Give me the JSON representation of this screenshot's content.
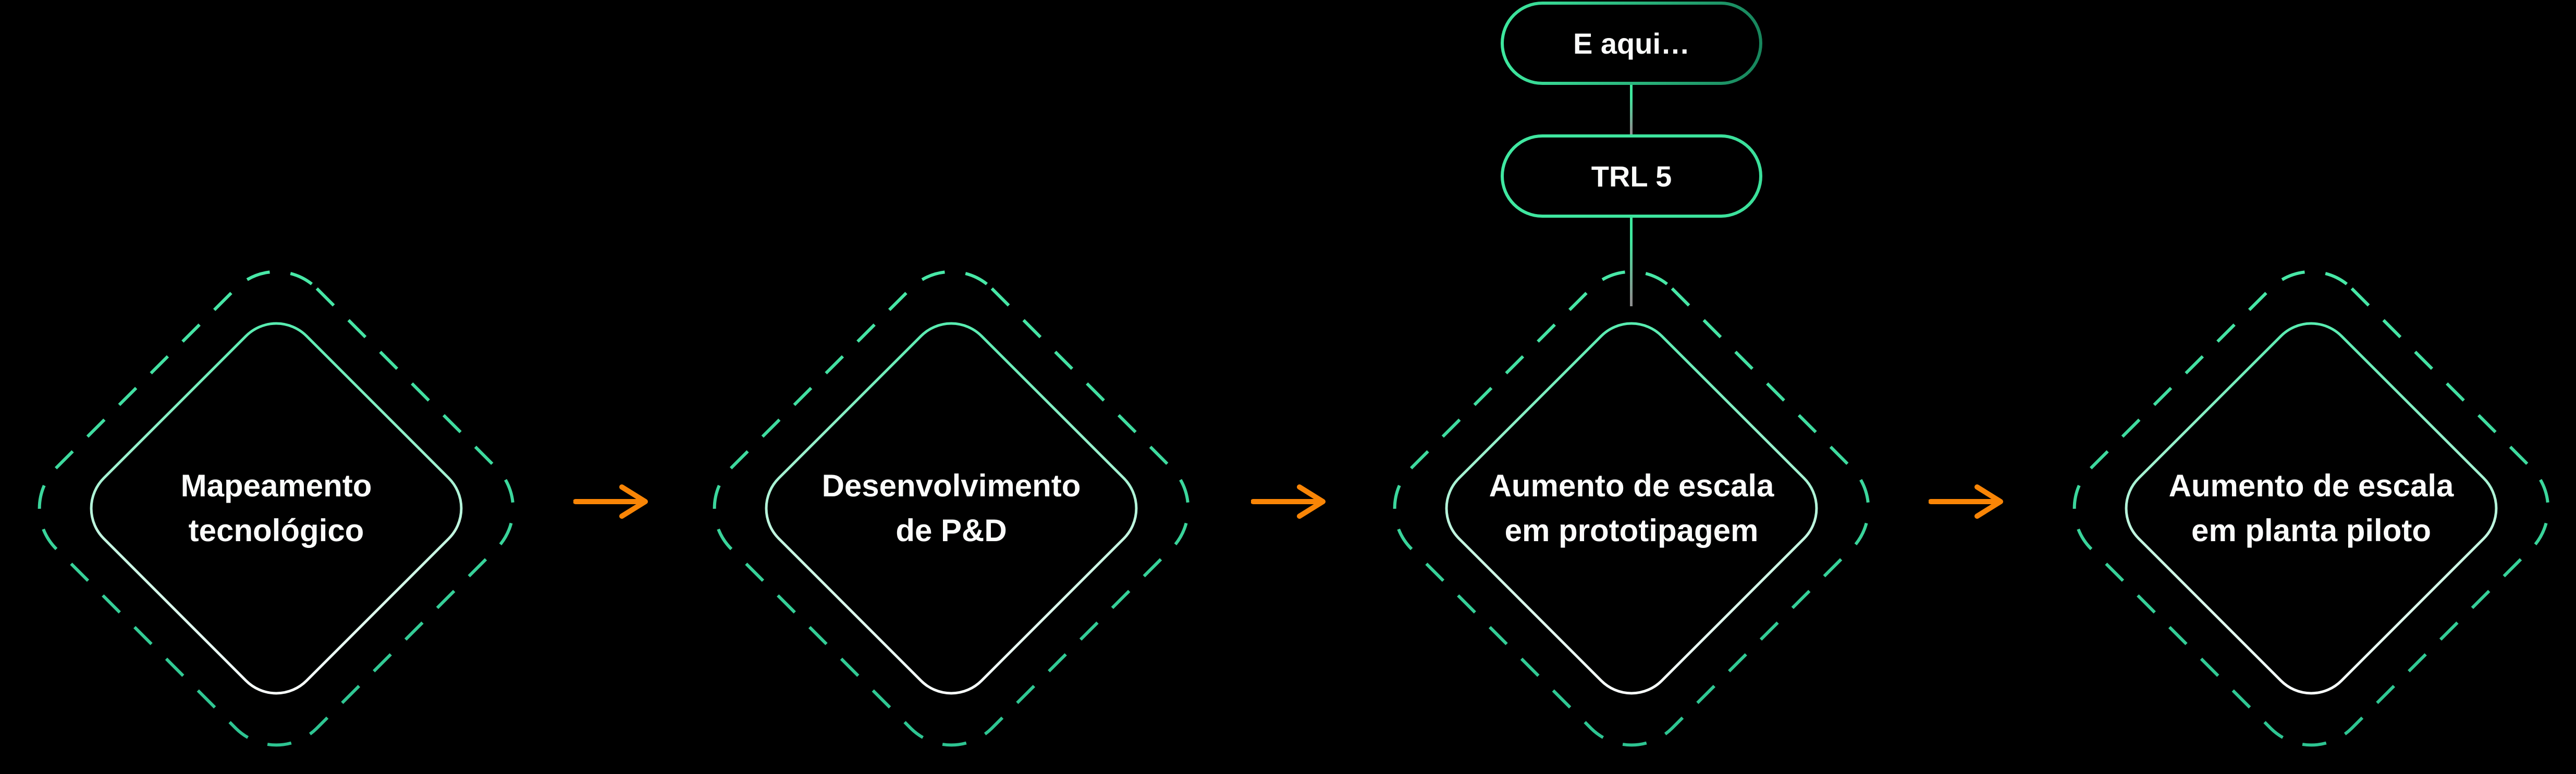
{
  "diagram": {
    "background": "#000000",
    "description_colors": {
      "dash_gradient_top": "#4AEAA8",
      "dash_gradient_bottom": "#2CC290",
      "inner_gradient_top": "#4FEBAC",
      "inner_gradient_bottom": "#FFFFFF",
      "arrow_orange": "#F98506",
      "text_white": "#FAFBFA",
      "callout_border_bright": "#40E8A1",
      "callout_border_dark": "#17855C",
      "connector_green": "#3FE89E",
      "connector_gray": "#8E9190"
    }
  },
  "steps": [
    {
      "line1": "Mapeamento",
      "line2": "tecnológico"
    },
    {
      "line1": "Desenvolvimento",
      "line2": "de P&D"
    },
    {
      "line1": "Aumento de escala",
      "line2": "em prototipagem"
    },
    {
      "line1": "Aumento de escala",
      "line2": "em planta piloto"
    }
  ],
  "callout": {
    "note": "E aqui…",
    "badge": "TRL 5"
  }
}
